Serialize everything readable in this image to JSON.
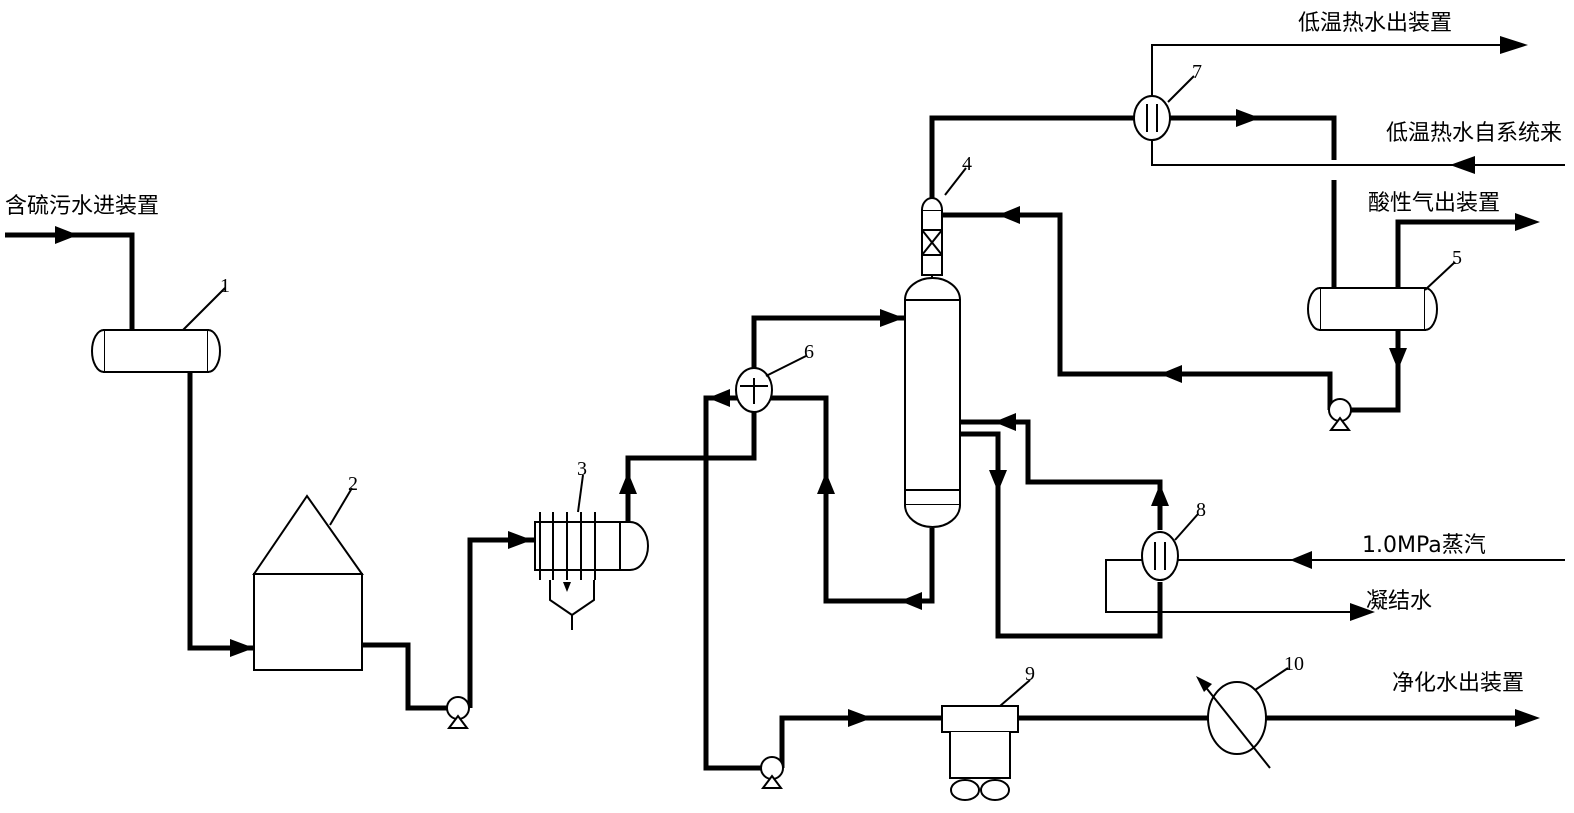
{
  "streams": {
    "sour_water_in": "含硫污水进装置",
    "lt_hot_water_out": "低温热水出装置",
    "lt_hot_water_in": "低温热水自系统来",
    "acid_gas_out": "酸性气出装置",
    "steam_in": "1.0MPa蒸汽",
    "condensate": "凝结水",
    "purified_water_out": "净化水出装置"
  },
  "equipment_numbers": {
    "n1": "1",
    "n2": "2",
    "n3": "3",
    "n4": "4",
    "n5": "5",
    "n6": "6",
    "n7": "7",
    "n8": "8",
    "n9": "9",
    "n10": "10"
  }
}
